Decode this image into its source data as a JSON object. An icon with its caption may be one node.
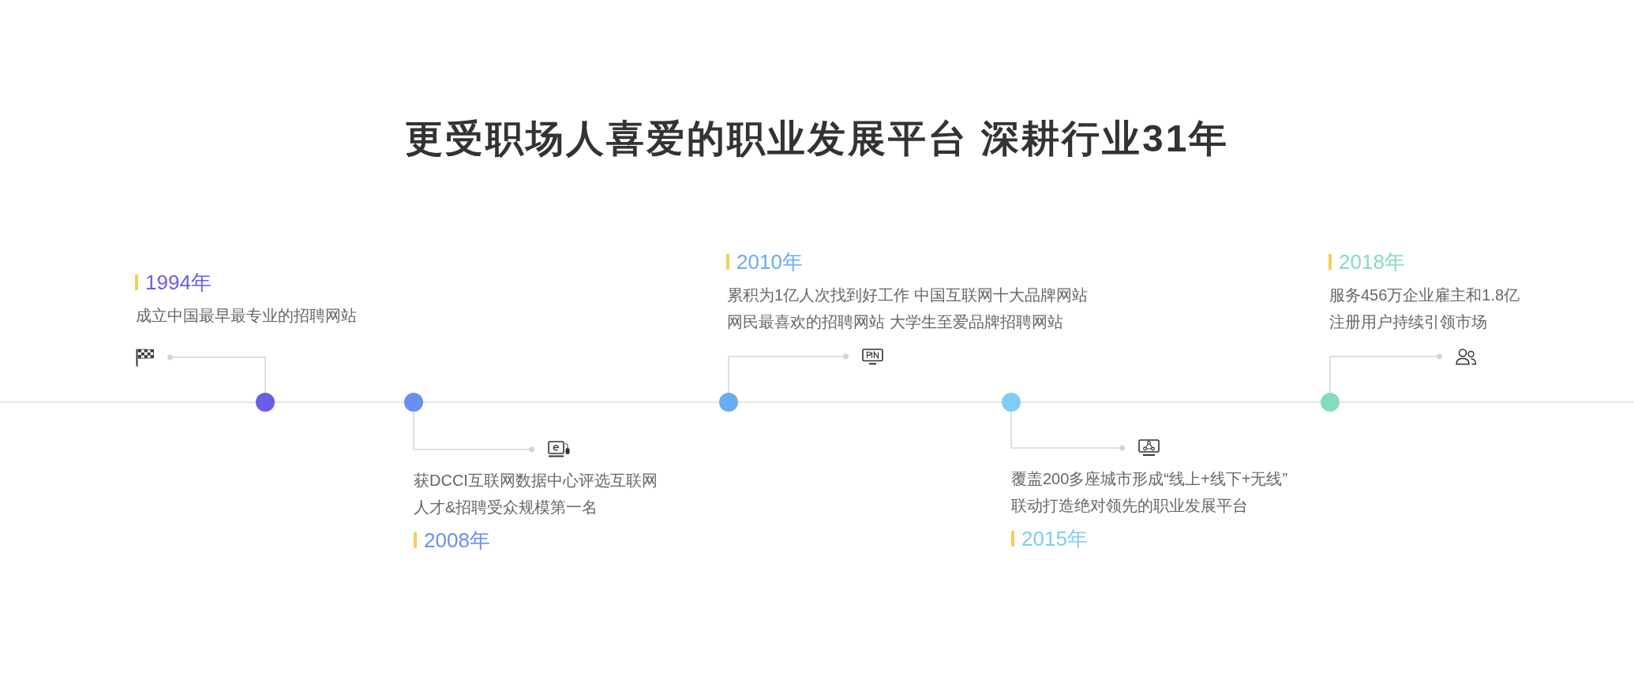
{
  "diagram": {
    "title": "更受职场人喜爱的职业发展平台 深耕行业31年",
    "nodes": [
      {
        "text": [],
        "shape": "circle",
        "beside": [
          "1994年",
          "成立中国最早最专业的招聘网站"
        ]
      },
      {
        "text": [],
        "shape": "picture"
      },
      {
        "text": [],
        "shape": "circle",
        "beside": [
          "获DCCI互联网数据中心评选互联网人才&招聘受众规模第一名",
          "2008年"
        ]
      },
      {
        "text": [],
        "shape": "picture"
      },
      {
        "text": [],
        "shape": "circle",
        "beside": [
          "2010年",
          "累积为1亿人次找到好工作 中国互联网十大品牌网站网民最喜欢的招聘网站 大学生至爱品牌招聘网站"
        ]
      },
      {
        "text": [],
        "shape": "picture"
      },
      {
        "text": [],
        "shape": "circle",
        "beside": [
          "覆盖200多座城市形成“线上+线下+无线”联动打造绝对领先的职业发展平台",
          "2015年"
        ]
      },
      {
        "text": [],
        "shape": "picture"
      },
      {
        "text": [],
        "shape": "circle",
        "beside": [
          "2018年",
          "服务456万企业雇主和1.8亿注册用户持续引领市场"
        ]
      },
      {
        "text": [],
        "shape": "picture"
      }
    ],
    "edges": [
      {
        "from": 0,
        "to": 1,
        "arrow": "other"
      },
      {
        "from": 2,
        "to": 3,
        "arrow": "other"
      },
      {
        "from": 4,
        "to": 5,
        "arrow": "other"
      },
      {
        "from": 6,
        "to": 7,
        "arrow": "other"
      },
      {
        "from": 8,
        "to": 9,
        "arrow": "other"
      }
    ]
  }
}
